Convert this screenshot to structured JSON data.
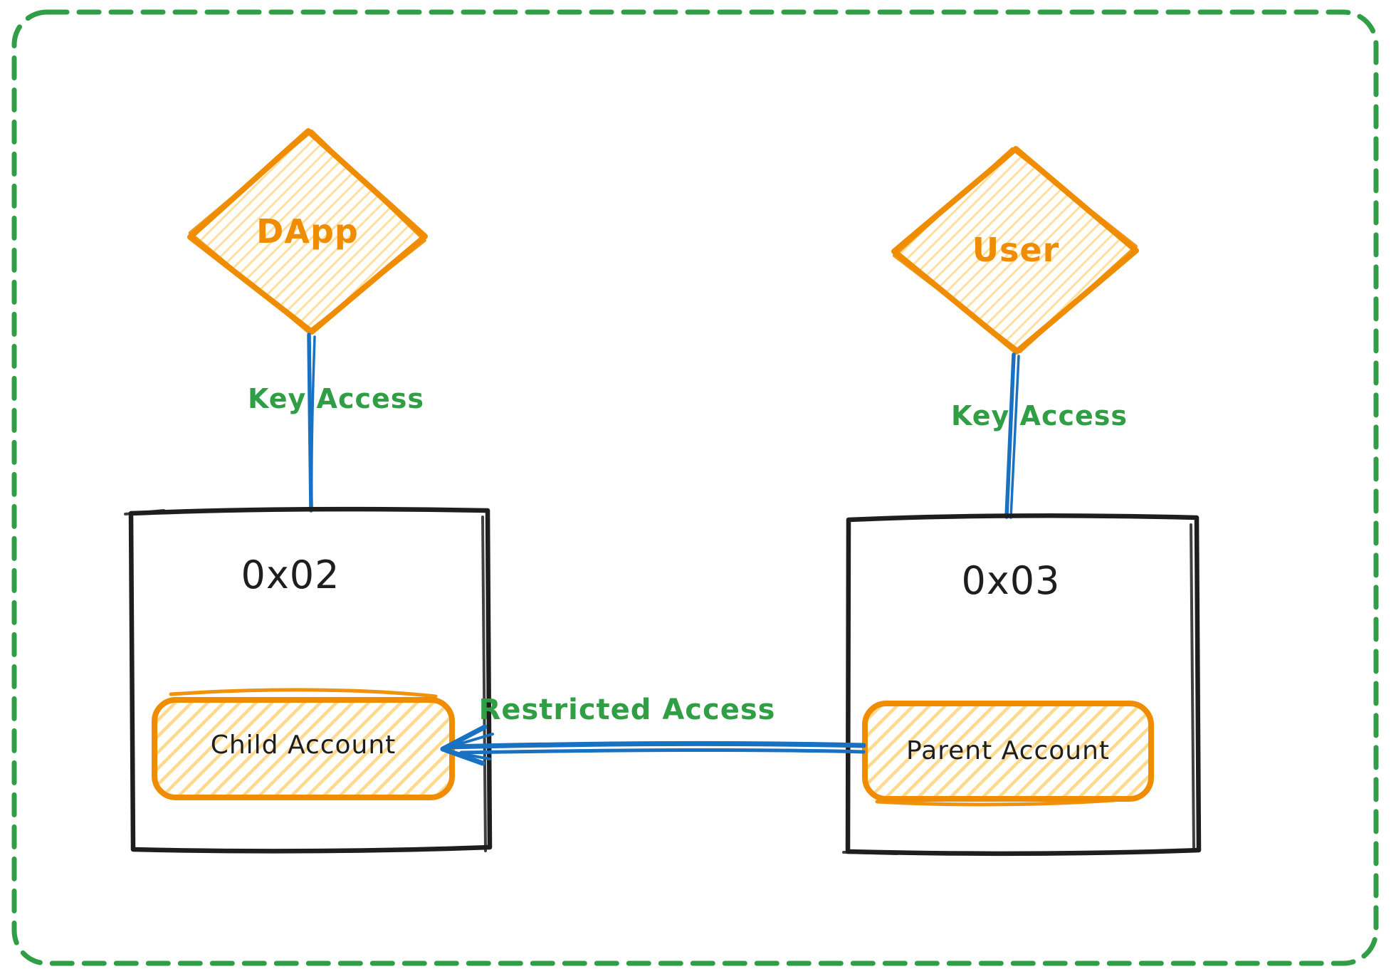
{
  "diagram": {
    "style": "hand-drawn sketch",
    "background": "#ffffff",
    "frame_border_color": "#2f9e44"
  },
  "palette": {
    "orange_stroke": "#f08c00",
    "hachure_fill": "#ffd98c",
    "green_text": "#2f9e44",
    "blue_line": "#1971c2",
    "black_stroke": "#1e1e1e"
  },
  "nodes": {
    "dapp": {
      "label": "DApp",
      "shape": "diamond"
    },
    "user": {
      "label": "User",
      "shape": "diamond"
    },
    "child_wallet": {
      "address": "0x02",
      "account_label": "Child Account"
    },
    "parent_wallet": {
      "address": "0x03",
      "account_label": "Parent Account"
    }
  },
  "edges": {
    "dapp_key_access": {
      "label": "Key Access",
      "connects": [
        "DApp",
        "0x02"
      ]
    },
    "user_key_access": {
      "label": "Key Access",
      "connects": [
        "User",
        "0x03"
      ]
    },
    "restricted_access": {
      "label": "Restricted Access",
      "from": "Parent Account",
      "to": "Child Account",
      "arrow": "left"
    }
  }
}
